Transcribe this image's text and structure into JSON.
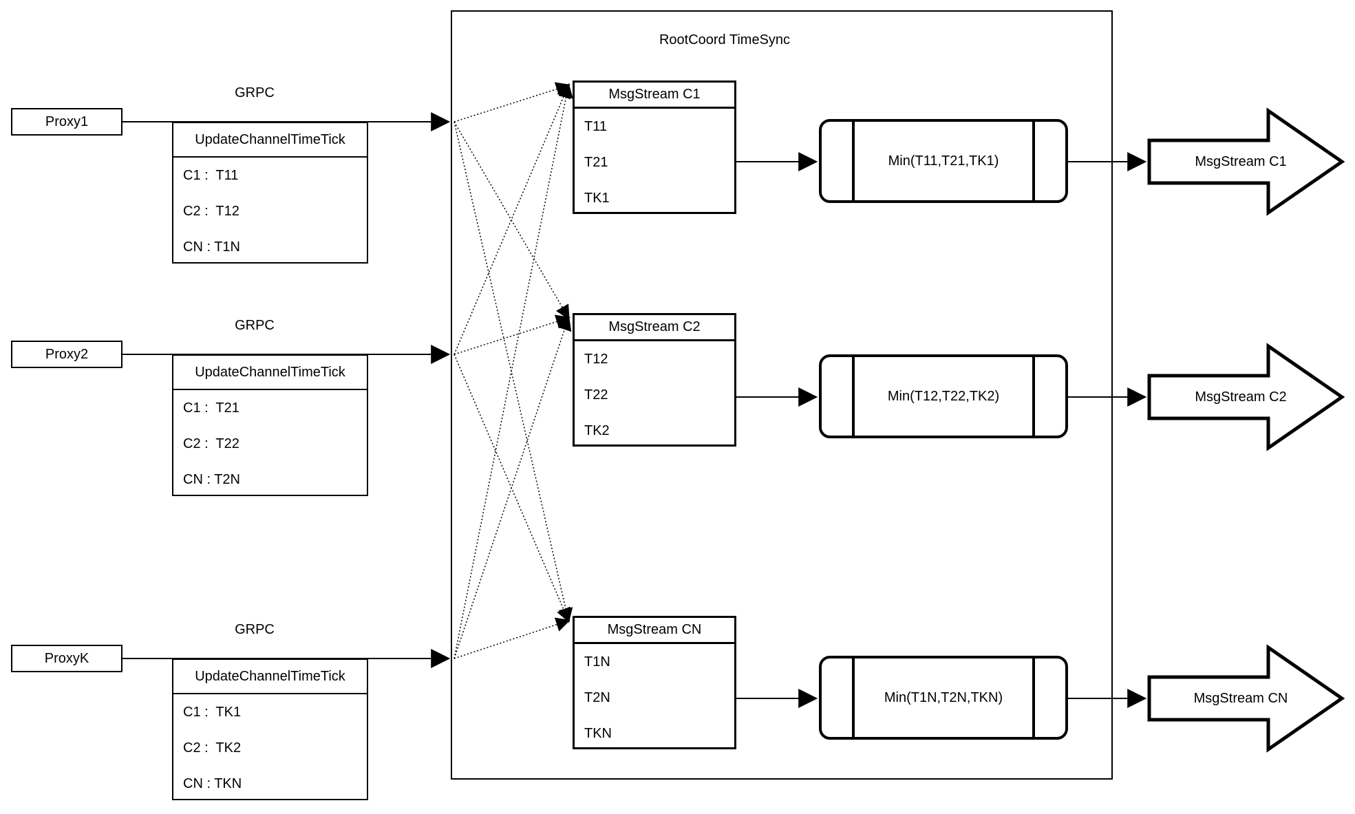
{
  "diagram": {
    "root_title": "RootCoord TimeSync",
    "grpc_label": "GRPC",
    "proxies": [
      {
        "name": "Proxy1",
        "message": {
          "title": "UpdateChannelTimeTick",
          "rows": [
            "C1 :  T11",
            "C2 :  T12",
            "CN : T1N"
          ]
        }
      },
      {
        "name": "Proxy2",
        "message": {
          "title": "UpdateChannelTimeTick",
          "rows": [
            "C1 :  T21",
            "C2 :  T22",
            "CN : T2N"
          ]
        }
      },
      {
        "name": "ProxyK",
        "message": {
          "title": "UpdateChannelTimeTick",
          "rows": [
            "C1 :  TK1",
            "C2 :  TK2",
            "CN : TKN"
          ]
        }
      }
    ],
    "streams": [
      {
        "table": {
          "title": "MsgStream C1",
          "rows": [
            "T11",
            "T21",
            "TK1"
          ]
        },
        "min": "Min(T11,T21,TK1)",
        "out": "MsgStream C1"
      },
      {
        "table": {
          "title": "MsgStream C2",
          "rows": [
            "T12",
            "T22",
            "TK2"
          ]
        },
        "min": "Min(T12,T22,TK2)",
        "out": "MsgStream C2"
      },
      {
        "table": {
          "title": "MsgStream CN",
          "rows": [
            "T1N",
            "T2N",
            "TKN"
          ]
        },
        "min": "Min(T1N,T2N,TKN)",
        "out": "MsgStream CN"
      }
    ],
    "colors": {
      "stroke": "#000000",
      "background": "#ffffff"
    }
  }
}
